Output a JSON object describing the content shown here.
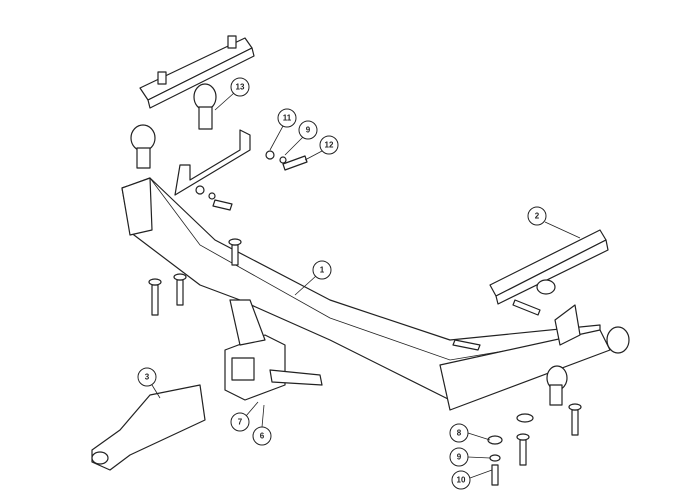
{
  "diagram": {
    "callouts": [
      {
        "id": "callout-13",
        "label": "13"
      },
      {
        "id": "callout-11",
        "label": "11"
      },
      {
        "id": "callout-9-top",
        "label": "9"
      },
      {
        "id": "callout-12",
        "label": "12"
      },
      {
        "id": "callout-1",
        "label": "1"
      },
      {
        "id": "callout-2",
        "label": "2"
      },
      {
        "id": "callout-3",
        "label": "3"
      },
      {
        "id": "callout-7",
        "label": "7"
      },
      {
        "id": "callout-6",
        "label": "6"
      },
      {
        "id": "callout-8",
        "label": "8"
      },
      {
        "id": "callout-9-bottom",
        "label": "9"
      },
      {
        "id": "callout-10",
        "label": "10"
      }
    ]
  }
}
